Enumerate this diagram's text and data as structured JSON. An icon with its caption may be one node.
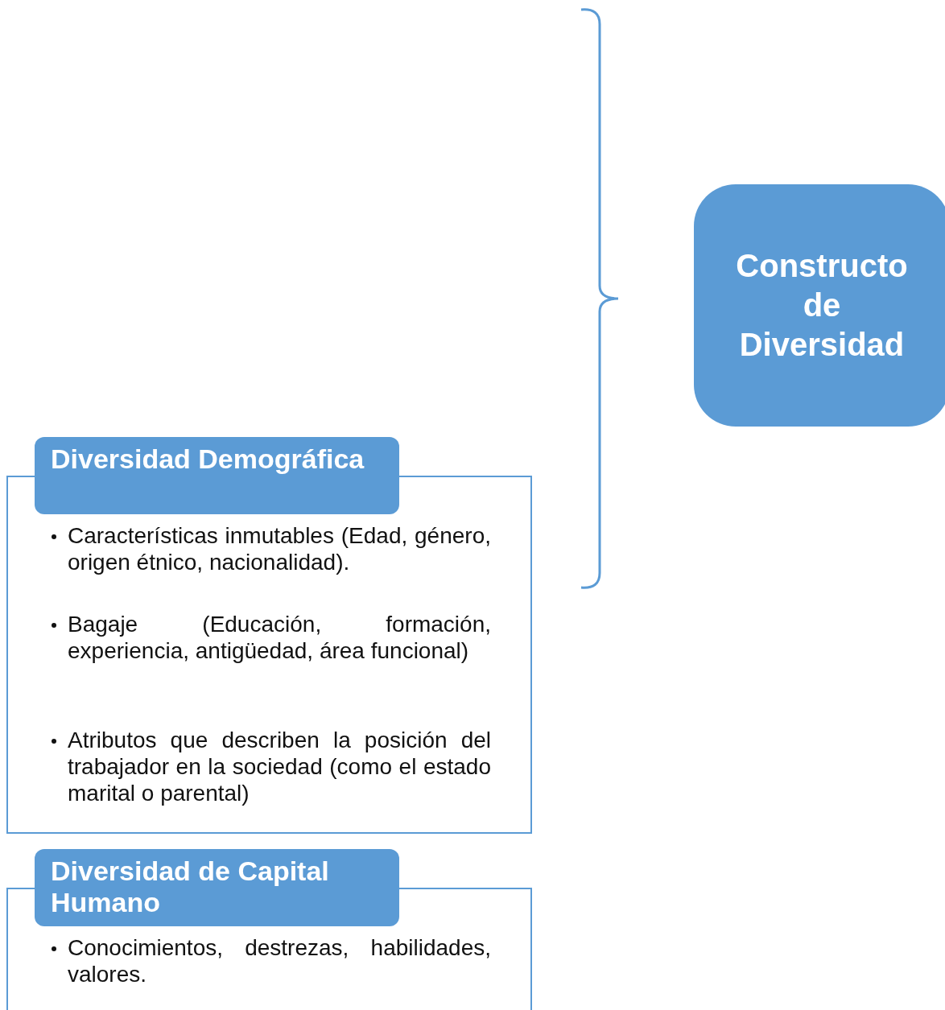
{
  "diagram": {
    "nodes": [
      {
        "text": [
          "Constructo de Diversidad"
        ]
      },
      {
        "text": [
          "Diversidad Demográfica"
        ]
      },
      {
        "text": [
          "Características inmutables (Edad, género, origen étnico, nacionalidad).",
          "Bagaje (Educación, formación, experiencia, antigüedad, área funcional)",
          "Atributos que describen la posición del trabajador en la sociedad (como el estado marital o parental)"
        ]
      },
      {
        "text": [
          "Diversidad de Capital Humano"
        ]
      },
      {
        "text": [
          "Conocimientos, destrezas, habilidades, valores."
        ]
      }
    ]
  }
}
